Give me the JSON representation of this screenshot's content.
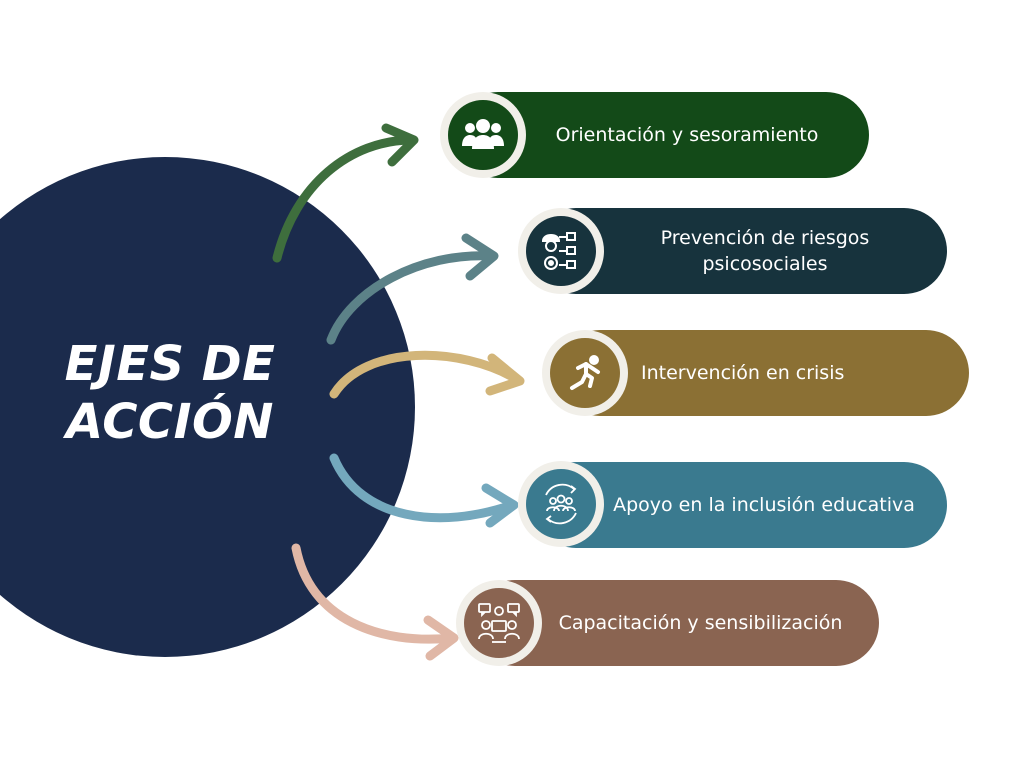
{
  "hub": {
    "line1": "EJES DE",
    "line2": "ACCIÓN",
    "color": "#1b2b4c"
  },
  "axes": [
    {
      "label": "Orientación y sesoramiento",
      "color": "#134a18",
      "icon": "people-group-icon"
    },
    {
      "label_line1": "Prevención de riesgos",
      "label_line2": "psicosociales",
      "color": "#17333d",
      "icon": "worker-safety-icon"
    },
    {
      "label": "Intervención en crisis",
      "color": "#8b7034",
      "icon": "running-person-icon"
    },
    {
      "label": "Apoyo en la inclusión educativa",
      "color": "#3a7a8f",
      "icon": "inclusion-circle-icon"
    },
    {
      "label": "Capacitación y sensibilización",
      "color": "#8a6451",
      "icon": "training-meeting-icon"
    }
  ],
  "arrow_colors": [
    "#3e6e3d",
    "#5c8288",
    "#d2b57a",
    "#74a8bd",
    "#e0b7a6"
  ]
}
